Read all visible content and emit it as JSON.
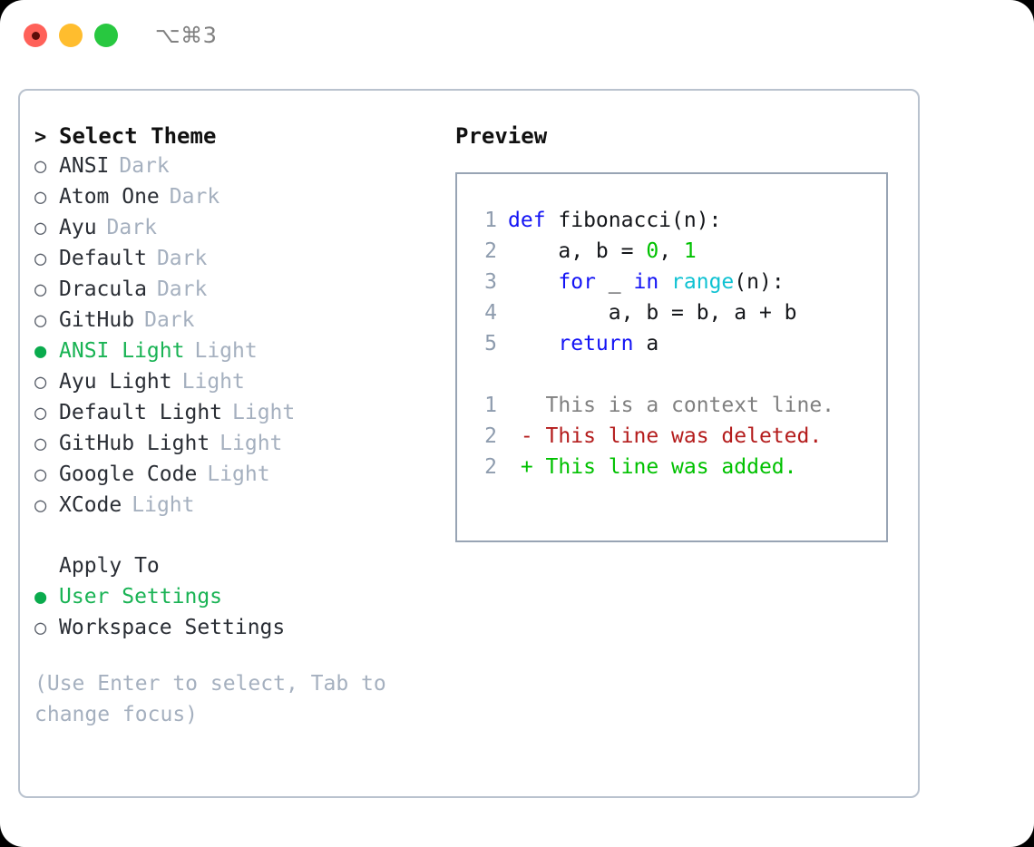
{
  "titlebar": {
    "shortcut": "⌥⌘3",
    "buttons": [
      {
        "name": "close",
        "color": "#ff6159"
      },
      {
        "name": "minimize",
        "color": "#ffbd2e"
      },
      {
        "name": "zoom",
        "color": "#28c840"
      }
    ]
  },
  "left": {
    "heading": "Select Theme",
    "heading_marker": ">",
    "themes": [
      {
        "marker": "○",
        "name": "ANSI",
        "kind": "Dark",
        "selected": false
      },
      {
        "marker": "○",
        "name": "Atom One",
        "kind": "Dark",
        "selected": false
      },
      {
        "marker": "○",
        "name": "Ayu",
        "kind": "Dark",
        "selected": false
      },
      {
        "marker": "○",
        "name": "Default",
        "kind": "Dark",
        "selected": false
      },
      {
        "marker": "○",
        "name": "Dracula",
        "kind": "Dark",
        "selected": false
      },
      {
        "marker": "○",
        "name": "GitHub",
        "kind": "Dark",
        "selected": false
      },
      {
        "marker": "●",
        "name": "ANSI Light",
        "kind": "Light",
        "selected": true
      },
      {
        "marker": "○",
        "name": "Ayu Light",
        "kind": "Light",
        "selected": false
      },
      {
        "marker": "○",
        "name": "Default Light",
        "kind": "Light",
        "selected": false
      },
      {
        "marker": "○",
        "name": "GitHub Light",
        "kind": "Light",
        "selected": false
      },
      {
        "marker": "○",
        "name": "Google Code",
        "kind": "Light",
        "selected": false
      },
      {
        "marker": "○",
        "name": "XCode",
        "kind": "Light",
        "selected": false
      }
    ],
    "apply_to_heading": "Apply To",
    "apply_options": [
      {
        "marker": "●",
        "name": "User Settings",
        "selected": true
      },
      {
        "marker": "○",
        "name": "Workspace Settings",
        "selected": false
      }
    ],
    "hint": "(Use Enter to select, Tab to change focus)"
  },
  "right": {
    "preview_title": "Preview",
    "code_lines": [
      {
        "num": "1",
        "tokens": [
          {
            "t": "def ",
            "c": "kw"
          },
          {
            "t": "fibonacci(n):",
            "c": "id"
          }
        ]
      },
      {
        "num": "2",
        "tokens": [
          {
            "t": "    a, b = ",
            "c": "id"
          },
          {
            "t": "0",
            "c": "num"
          },
          {
            "t": ", ",
            "c": "id"
          },
          {
            "t": "1",
            "c": "num"
          }
        ]
      },
      {
        "num": "3",
        "tokens": [
          {
            "t": "    ",
            "c": "id"
          },
          {
            "t": "for",
            "c": "kw"
          },
          {
            "t": " _ ",
            "c": "id"
          },
          {
            "t": "in",
            "c": "kw"
          },
          {
            "t": " ",
            "c": "id"
          },
          {
            "t": "range",
            "c": "fn"
          },
          {
            "t": "(n):",
            "c": "id"
          }
        ]
      },
      {
        "num": "4",
        "tokens": [
          {
            "t": "        a, b = b, a + b",
            "c": "id"
          }
        ]
      },
      {
        "num": "5",
        "tokens": [
          {
            "t": "    ",
            "c": "id"
          },
          {
            "t": "return",
            "c": "kw"
          },
          {
            "t": " a",
            "c": "id"
          }
        ]
      }
    ],
    "diff_lines": [
      {
        "num": "1",
        "tokens": [
          {
            "t": "   This is a context line.",
            "c": "ctx"
          }
        ]
      },
      {
        "num": "2",
        "tokens": [
          {
            "t": " - This line was deleted.",
            "c": "del"
          }
        ]
      },
      {
        "num": "2",
        "tokens": [
          {
            "t": " + This line was added.",
            "c": "add"
          }
        ]
      }
    ]
  },
  "colors": {
    "accent_green": "#19b354",
    "muted": "#a5b0bf",
    "keyword_blue": "#1313f5",
    "number_green": "#00c100",
    "function_cyan": "#0fc2d2",
    "diff_delete_red": "#b41c1c",
    "diff_add_green": "#00c100",
    "border": "#b9c2ce"
  }
}
